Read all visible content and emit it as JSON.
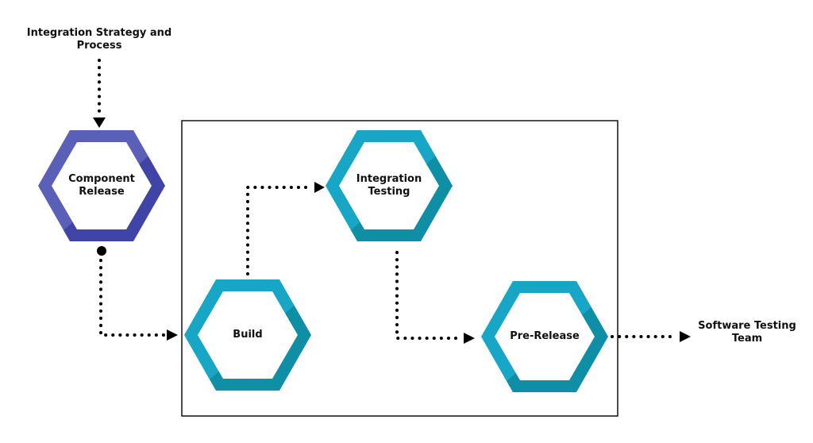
{
  "diagram": {
    "input_label": "Integration Strategy and Process",
    "output_label": "Software Testing Team",
    "nodes": {
      "component_release": {
        "label": "Component Release",
        "color": "#3f44a6",
        "color_light": "#5a5fb8"
      },
      "build": {
        "label": "Build",
        "color": "#0e8fa6",
        "color_light": "#17a6c5"
      },
      "integration_testing": {
        "label": "Integration Testing",
        "color": "#0e8fa6",
        "color_light": "#17a6c5"
      },
      "pre_release": {
        "label": "Pre-Release",
        "color": "#0e8fa6",
        "color_light": "#17a6c5"
      }
    }
  }
}
